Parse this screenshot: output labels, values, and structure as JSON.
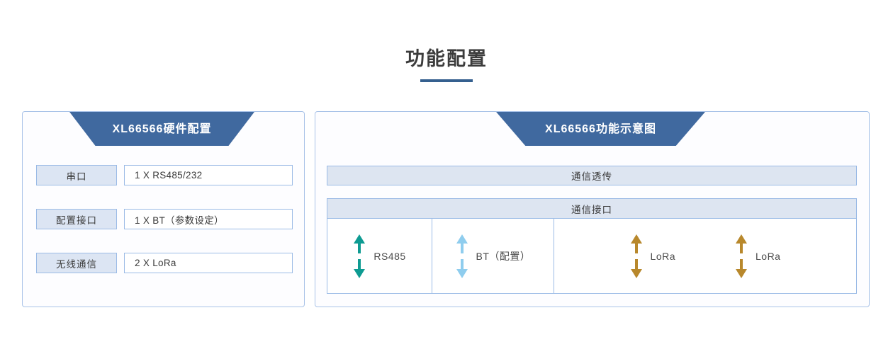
{
  "page": {
    "title": "功能配置",
    "accent_color": "#35608f",
    "banner_color": "#40699f",
    "panel_border_color": "#a9c3e8",
    "label_fill_color": "#dce5f3"
  },
  "left_panel": {
    "banner_title": "XL66566硬件配置",
    "rows": [
      {
        "label": "串口",
        "value": "1 X RS485/232"
      },
      {
        "label": "配置接口",
        "value": "1 X BT（参数设定）"
      },
      {
        "label": "无线通信",
        "value": "2 X LoRa"
      }
    ]
  },
  "right_panel": {
    "banner_title": "XL66566功能示意图",
    "transmission_bar": "通信透传",
    "interface_bar": "通信接口",
    "cells": [
      {
        "name": "rs485",
        "items": [
          {
            "label": "RS485",
            "arrow_color": "#0e9b92",
            "icon": "double-arrow-vertical-icon"
          }
        ]
      },
      {
        "name": "bt",
        "items": [
          {
            "label": "BT（配置）",
            "arrow_color": "#8fcdee",
            "icon": "double-arrow-vertical-icon"
          }
        ]
      },
      {
        "name": "lora",
        "items": [
          {
            "label": "LoRa",
            "arrow_color": "#b8882c",
            "icon": "double-arrow-vertical-icon"
          },
          {
            "label": "LoRa",
            "arrow_color": "#b8882c",
            "icon": "double-arrow-vertical-icon"
          }
        ]
      }
    ]
  }
}
